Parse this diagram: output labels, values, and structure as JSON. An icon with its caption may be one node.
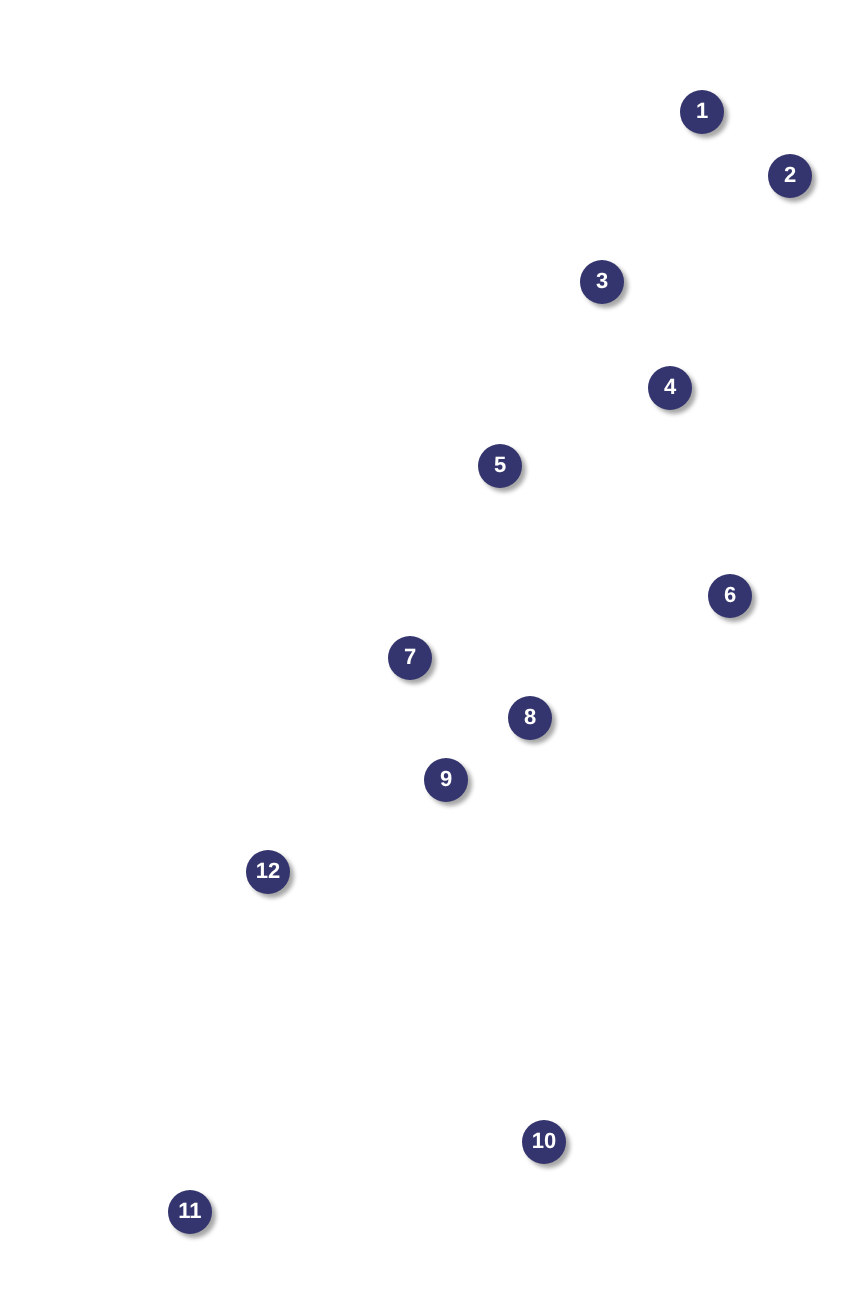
{
  "diagram": {
    "labels": [
      "1",
      "2",
      "3",
      "4",
      "5",
      "6",
      "7",
      "8",
      "9",
      "12",
      "10",
      "11"
    ]
  }
}
